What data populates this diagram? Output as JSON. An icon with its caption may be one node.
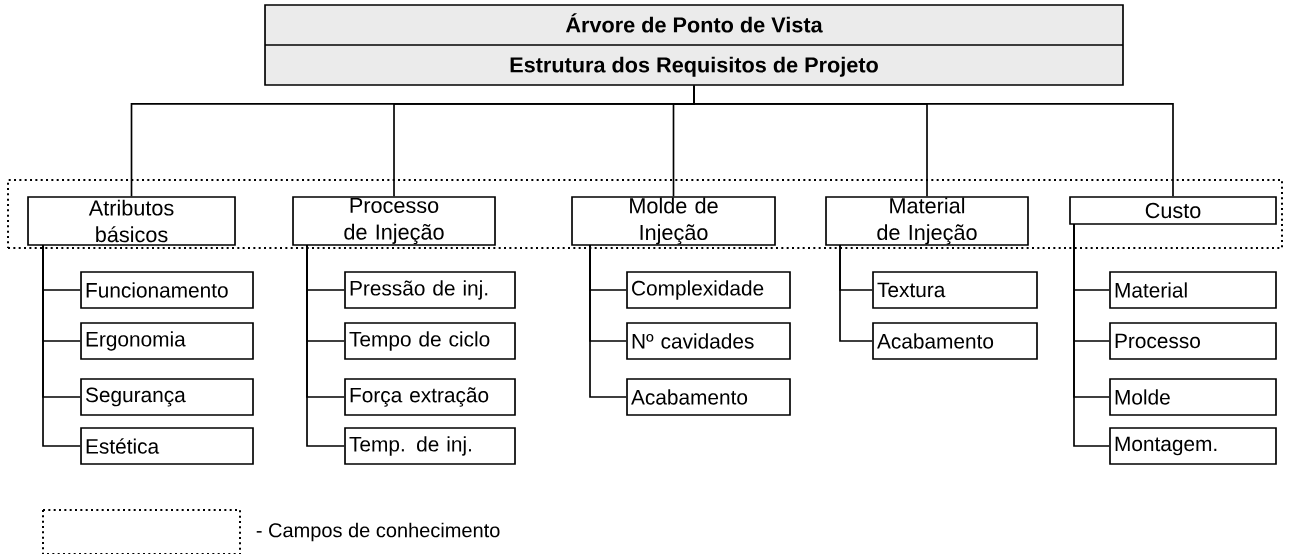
{
  "diagram": {
    "nodes": [
      {
        "text": [
          "Árvore de Ponto de Vista",
          "Estrutura dos Requisitos de Projeto"
        ]
      },
      {
        "text": [],
        "shape": "box"
      },
      {
        "text": [
          "Atributos básicos"
        ],
        "in": 1
      },
      {
        "text": [
          "Processo de Injeção"
        ],
        "in": 1
      },
      {
        "text": [
          "Molde de Injeção"
        ],
        "in": 1
      },
      {
        "text": [
          "Material de Injeção"
        ],
        "in": 1
      },
      {
        "text": [
          "Custo"
        ],
        "in": 1
      },
      {
        "text": [
          "Funcionamento"
        ]
      },
      {
        "text": [
          "Ergonomia"
        ]
      },
      {
        "text": [
          "Segurança"
        ]
      },
      {
        "text": [
          "Estética"
        ]
      },
      {
        "text": [
          "Pressão de inj."
        ]
      },
      {
        "text": [
          "Tempo de ciclo"
        ]
      },
      {
        "text": [
          "Força extração"
        ]
      },
      {
        "text": [
          "Temp. de inj."
        ]
      },
      {
        "text": [
          "Complexidade"
        ]
      },
      {
        "text": [
          "Nº cavidades"
        ]
      },
      {
        "text": [
          "Acabamento"
        ]
      },
      {
        "text": [
          "Textura"
        ]
      },
      {
        "text": [
          "Acabamento"
        ]
      },
      {
        "text": [
          "Material"
        ]
      },
      {
        "text": [
          "Processo"
        ]
      },
      {
        "text": [
          "Molde"
        ]
      },
      {
        "text": [
          "Montagem."
        ]
      }
    ],
    "edges": [
      {
        "from": 0,
        "to": 2,
        "arrow": "none"
      },
      {
        "from": 0,
        "to": 3,
        "arrow": "none"
      },
      {
        "from": 0,
        "to": 4,
        "arrow": "none"
      },
      {
        "from": 0,
        "to": 5,
        "arrow": "none"
      },
      {
        "from": 0,
        "to": 6,
        "arrow": "none"
      },
      {
        "from": 2,
        "to": 7,
        "arrow": "none"
      },
      {
        "from": 2,
        "to": 8,
        "arrow": "none"
      },
      {
        "from": 2,
        "to": 9,
        "arrow": "none"
      },
      {
        "from": 2,
        "to": 10,
        "arrow": "none"
      },
      {
        "from": 3,
        "to": 11,
        "arrow": "none"
      },
      {
        "from": 3,
        "to": 12,
        "arrow": "none"
      },
      {
        "from": 3,
        "to": 13,
        "arrow": "none"
      },
      {
        "from": 3,
        "to": 14,
        "arrow": "none"
      },
      {
        "from": 4,
        "to": 15,
        "arrow": "none"
      },
      {
        "from": 4,
        "to": 16,
        "arrow": "none"
      },
      {
        "from": 4,
        "to": 17,
        "arrow": "none"
      },
      {
        "from": 5,
        "to": 18,
        "arrow": "none"
      },
      {
        "from": 5,
        "to": 19,
        "arrow": "none"
      },
      {
        "from": 6,
        "to": 20,
        "arrow": "none"
      },
      {
        "from": 6,
        "to": 21,
        "arrow": "none"
      },
      {
        "from": 6,
        "to": 22,
        "arrow": "none"
      },
      {
        "from": 6,
        "to": 23,
        "arrow": "none"
      }
    ],
    "legend": [
      {
        "text": "- Campos de conhecimento"
      }
    ]
  }
}
